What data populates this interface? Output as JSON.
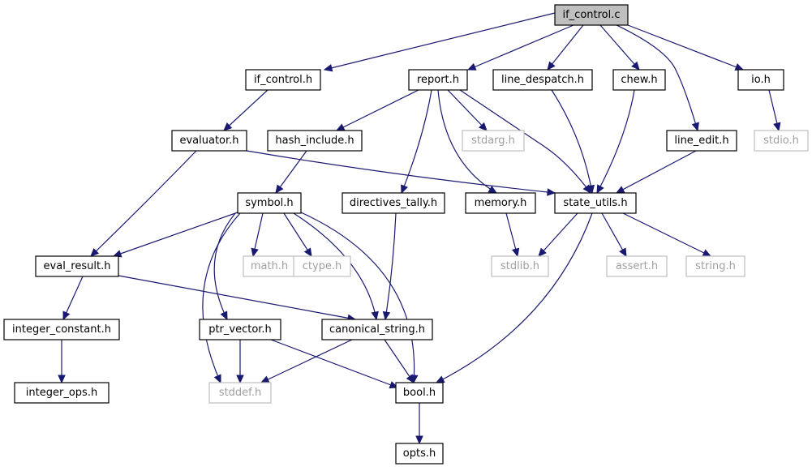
{
  "diagram": {
    "colors": {
      "edge": "#191970",
      "root_fill": "#bfbfbf",
      "local_border": "#000000",
      "system_border": "#bfbfbf",
      "system_text": "#a0a0a0"
    },
    "nodes": [
      {
        "id": "if_control_c",
        "label": "if_control.c",
        "kind": "root"
      },
      {
        "id": "if_control_h",
        "label": "if_control.h",
        "kind": "local"
      },
      {
        "id": "report_h",
        "label": "report.h",
        "kind": "local"
      },
      {
        "id": "line_despatch_h",
        "label": "line_despatch.h",
        "kind": "local"
      },
      {
        "id": "chew_h",
        "label": "chew.h",
        "kind": "local"
      },
      {
        "id": "io_h",
        "label": "io.h",
        "kind": "local"
      },
      {
        "id": "evaluator_h",
        "label": "evaluator.h",
        "kind": "local"
      },
      {
        "id": "hash_include_h",
        "label": "hash_include.h",
        "kind": "local"
      },
      {
        "id": "stdarg_h",
        "label": "stdarg.h",
        "kind": "system"
      },
      {
        "id": "line_edit_h",
        "label": "line_edit.h",
        "kind": "local"
      },
      {
        "id": "stdio_h",
        "label": "stdio.h",
        "kind": "system"
      },
      {
        "id": "symbol_h",
        "label": "symbol.h",
        "kind": "local"
      },
      {
        "id": "directives_tally_h",
        "label": "directives_tally.h",
        "kind": "local"
      },
      {
        "id": "memory_h",
        "label": "memory.h",
        "kind": "local"
      },
      {
        "id": "state_utils_h",
        "label": "state_utils.h",
        "kind": "local"
      },
      {
        "id": "eval_result_h",
        "label": "eval_result.h",
        "kind": "local"
      },
      {
        "id": "math_h",
        "label": "math.h",
        "kind": "system"
      },
      {
        "id": "ctype_h",
        "label": "ctype.h",
        "kind": "system"
      },
      {
        "id": "stdlib_h",
        "label": "stdlib.h",
        "kind": "system"
      },
      {
        "id": "assert_h",
        "label": "assert.h",
        "kind": "system"
      },
      {
        "id": "string_h",
        "label": "string.h",
        "kind": "system"
      },
      {
        "id": "integer_constant_h",
        "label": "integer_constant.h",
        "kind": "local"
      },
      {
        "id": "ptr_vector_h",
        "label": "ptr_vector.h",
        "kind": "local"
      },
      {
        "id": "canonical_string_h",
        "label": "canonical_string.h",
        "kind": "local"
      },
      {
        "id": "integer_ops_h",
        "label": "integer_ops.h",
        "kind": "local"
      },
      {
        "id": "stddef_h",
        "label": "stddef.h",
        "kind": "system"
      },
      {
        "id": "bool_h",
        "label": "bool.h",
        "kind": "local"
      },
      {
        "id": "opts_h",
        "label": "opts.h",
        "kind": "local"
      }
    ],
    "edges": [
      [
        "if_control_c",
        "if_control_h"
      ],
      [
        "if_control_c",
        "report_h"
      ],
      [
        "if_control_c",
        "line_despatch_h"
      ],
      [
        "if_control_c",
        "chew_h"
      ],
      [
        "if_control_c",
        "io_h"
      ],
      [
        "if_control_c",
        "line_edit_h"
      ],
      [
        "if_control_h",
        "evaluator_h"
      ],
      [
        "report_h",
        "hash_include_h"
      ],
      [
        "report_h",
        "stdarg_h"
      ],
      [
        "report_h",
        "directives_tally_h"
      ],
      [
        "report_h",
        "memory_h"
      ],
      [
        "report_h",
        "state_utils_h"
      ],
      [
        "line_despatch_h",
        "state_utils_h"
      ],
      [
        "chew_h",
        "state_utils_h"
      ],
      [
        "io_h",
        "stdio_h"
      ],
      [
        "line_edit_h",
        "state_utils_h"
      ],
      [
        "evaluator_h",
        "state_utils_h"
      ],
      [
        "evaluator_h",
        "eval_result_h"
      ],
      [
        "hash_include_h",
        "symbol_h"
      ],
      [
        "symbol_h",
        "eval_result_h"
      ],
      [
        "symbol_h",
        "math_h"
      ],
      [
        "symbol_h",
        "ctype_h"
      ],
      [
        "symbol_h",
        "canonical_string_h"
      ],
      [
        "symbol_h",
        "bool_h"
      ],
      [
        "symbol_h",
        "ptr_vector_h"
      ],
      [
        "symbol_h",
        "stddef_h"
      ],
      [
        "directives_tally_h",
        "canonical_string_h"
      ],
      [
        "memory_h",
        "stdlib_h"
      ],
      [
        "state_utils_h",
        "stdlib_h"
      ],
      [
        "state_utils_h",
        "assert_h"
      ],
      [
        "state_utils_h",
        "string_h"
      ],
      [
        "state_utils_h",
        "bool_h"
      ],
      [
        "eval_result_h",
        "integer_constant_h"
      ],
      [
        "eval_result_h",
        "canonical_string_h"
      ],
      [
        "integer_constant_h",
        "integer_ops_h"
      ],
      [
        "ptr_vector_h",
        "stddef_h"
      ],
      [
        "ptr_vector_h",
        "bool_h"
      ],
      [
        "canonical_string_h",
        "stddef_h"
      ],
      [
        "canonical_string_h",
        "bool_h"
      ],
      [
        "bool_h",
        "opts_h"
      ]
    ]
  }
}
